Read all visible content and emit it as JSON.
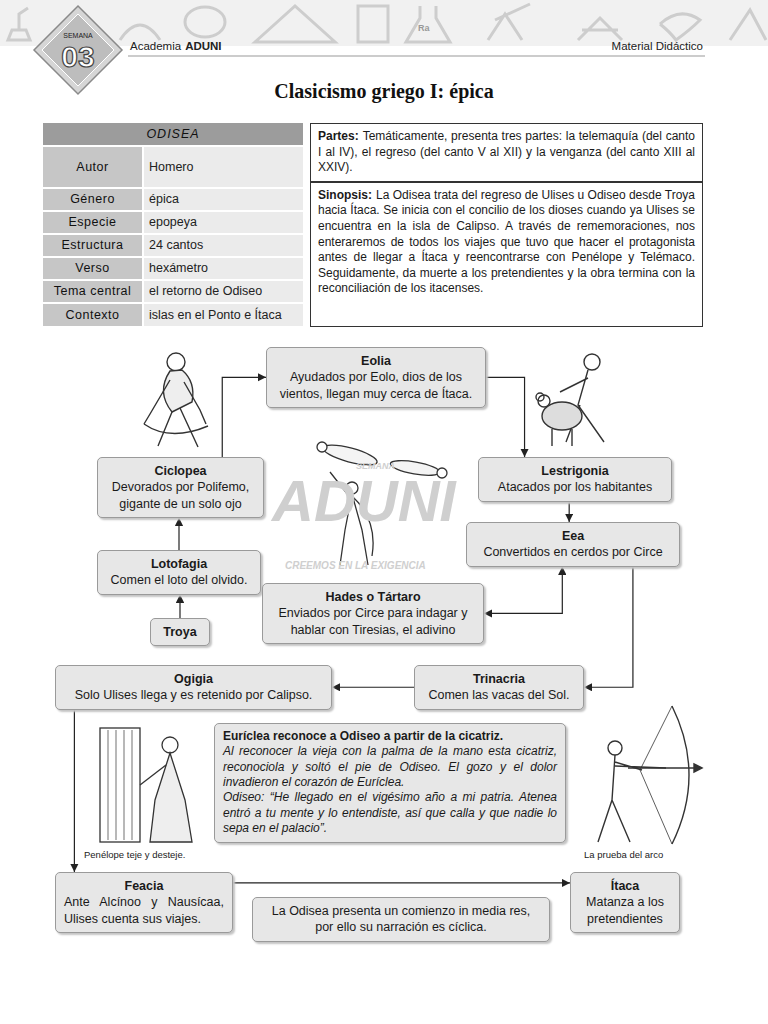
{
  "diagram": {
    "title": "Clasicismo griego I: épica",
    "nodes": [
      {
        "text": [
          "Partes:",
          "Temáticamente, presenta tres partes: la telemaquía (del canto I al IV), el regreso (del canto V al XII) y la venganza (del canto XIII al XXIV)."
        ]
      },
      {
        "text": [
          "Sinopsis:",
          "La Odisea trata del regreso de Ulises u Odiseo desde Troya hacia Ítaca. Se inicia con el concilio de los dioses cuando ya Ulises se encuentra en la isla de Calipso. A través de rememoraciones, nos enteraremos de todos los viajes que tuvo que hacer el protagonista antes de llegar a Ítaca y reencontrarse con Penélope y Telémaco. Seguidamente, da muerte a los pretendientes y la obra termina con la reconciliación de los itacenses."
        ]
      },
      {
        "text": [
          "Troya"
        ]
      },
      {
        "text": [
          "Lotofagia",
          "Comen el loto del olvido."
        ]
      },
      {
        "text": [
          "Ciclopea",
          "Devorados por Polifemo, gigante de un solo ojo"
        ]
      },
      {
        "text": [
          "Eolia",
          "Ayudados por Eolo, dios de los vientos, llegan muy cerca de Ítaca."
        ]
      },
      {
        "text": [
          "Lestrigonia",
          "Atacados por los habitantes"
        ]
      },
      {
        "text": [
          "Eea",
          "Convertidos en cerdos por Circe"
        ]
      },
      {
        "text": [
          "Hades o Tártaro",
          "Enviados por Circe para indagar y hablar con Tiresias, el adivino"
        ]
      },
      {
        "text": [
          "Trinacria",
          "Comen las vacas del Sol."
        ]
      },
      {
        "text": [
          "Ogigia",
          "Solo Ulises llega y es retenido por Calipso."
        ]
      },
      {
        "text": [
          "Euríclea reconoce a Odiseo a partir de la cicatriz.",
          "Al reconocer la vieja con la palma de la mano esta cicatriz, reconociola y soltó el pie de Odiseo. El gozo y el dolor invadieron el corazón de Euríclea.",
          "Odiseo: “He llegado en el vigésimo año a mi patria. Atenea entró a tu mente y lo entendiste, así que calla y que nadie lo sepa en el palacio”."
        ]
      },
      {
        "text": [
          "Feacia",
          "Ante Alcínoo y Nausícaa, Ulises cuenta sus viajes."
        ]
      },
      {
        "text": [
          "La Odisea presenta un comienzo in media res, por ello su narración es cíclica."
        ]
      },
      {
        "text": [
          "Ítaca",
          "Matanza a los pretendientes"
        ]
      }
    ],
    "edges": [
      {
        "from": 2,
        "to": 3,
        "arrow": "to"
      },
      {
        "from": 3,
        "to": 4,
        "arrow": "to"
      },
      {
        "from": 4,
        "to": 5,
        "arrow": "to"
      },
      {
        "from": 5,
        "to": 6,
        "arrow": "to"
      },
      {
        "from": 6,
        "to": 7,
        "arrow": "to"
      },
      {
        "from": 7,
        "to": 8,
        "arrow": "both"
      },
      {
        "from": 7,
        "to": 9,
        "arrow": "to"
      },
      {
        "from": 9,
        "to": 10,
        "arrow": "to"
      },
      {
        "from": 10,
        "to": 12,
        "arrow": "to"
      },
      {
        "from": 12,
        "to": 14,
        "arrow": "to"
      }
    ],
    "labels": [
      "SEMANA",
      "03",
      "Academia",
      "ADUNI",
      "Material Didáctico",
      "ODISEA",
      "Autor",
      "Homero",
      "Género",
      "épica",
      "Especie",
      "epopeya",
      "Estructura",
      "24 cantos",
      "Verso",
      "hexámetro",
      "Tema central",
      "el retorno de Odiseo",
      "Contexto",
      "islas en el Ponto e Ítaca",
      "Penélope teje y desteje.",
      "La prueba del arco",
      "SEMANA",
      "ADUNI",
      "CREEMOS EN LA EXIGENCIA",
      "Ra"
    ]
  }
}
